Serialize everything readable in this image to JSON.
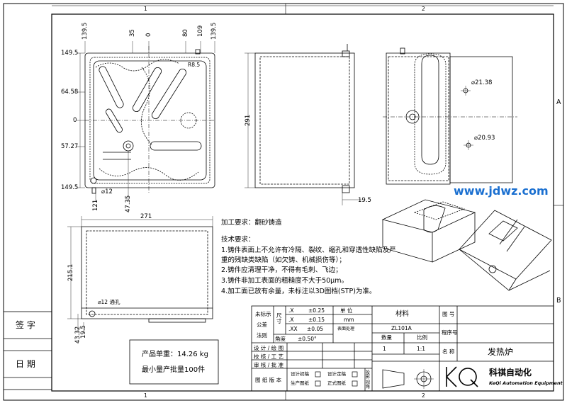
{
  "grid": {
    "col1": "1",
    "col2": "2",
    "rowA": "A",
    "rowB": "B"
  },
  "side_block": {
    "sign": "签  字",
    "date": "日  期"
  },
  "top_view_dims": {
    "left": [
      "149.5",
      "64.58",
      "0",
      "57.27",
      "149.5"
    ],
    "top": [
      "139.5",
      "35",
      "0",
      "80",
      "109",
      "139.5"
    ],
    "bottom": [
      "121",
      "47.35"
    ],
    "hole": "⌀12",
    "radius": "R8.5"
  },
  "front_view_dims": {
    "height": "291",
    "offset": "19.5"
  },
  "side_view_dims": {
    "hole1": "⌀21.38",
    "hole2": "⌀20.93"
  },
  "bottom_view_dims": {
    "width": "271",
    "height": "215.1",
    "hole": "⌀12 通孔",
    "d1": "43.32",
    "d2": "19.5"
  },
  "watermark": "www.jdwz.com",
  "requirements": {
    "process": "加工要求：翻砂铸造",
    "title": "技术要求：",
    "items": [
      "1.铸件表面上不允许有冷隔、裂纹、缩孔和穿透性缺陷及严",
      "重的残缺类缺陷（如欠铸、机械损伤等）；",
      "2.铸件应清理干净，不得有毛刺、飞边；",
      "3.铸件非加工表面的粗糙度不大于50μm。",
      "4.加工面已放有余量，未标注以3D图档(STP)为准。"
    ]
  },
  "weight_box": {
    "weight": "产品单重：14.26 kg",
    "batch": "最小量产批量100件"
  },
  "title_block": {
    "tolerance_label": [
      "未标示",
      "公差",
      "法则"
    ],
    "size_label": "尺寸",
    "angle_label": "角度",
    "tol_rows": [
      {
        "fmt": ".X",
        "val": "±0.25"
      },
      {
        "fmt": ".X",
        "val": "±0.15"
      },
      {
        "fmt": ".XX",
        "val": "±0.05"
      }
    ],
    "angle_val": "±0.50°",
    "unit_label": "单 位",
    "unit_val": "mm",
    "surface": "表面处理",
    "material_label": "材料",
    "material_val": "ZL101A",
    "qty_label": "数量",
    "scale_label": "比例",
    "qty_val": "1",
    "scale_val": "1:1",
    "drawing_no": "图 号",
    "part_no": "程序号",
    "name_label": "名 称",
    "name_val": "发热炉",
    "design": "设 计 / 绘 图",
    "check": "校 核 / 工 艺",
    "approve": "审 核 / 批 准",
    "version": "图 纸 版 本",
    "v_items": [
      "设计初稿",
      "设计定稿",
      "生产图纸",
      "正式图纸"
    ],
    "proj": "投影",
    "proj2": "视角",
    "company": "科祺自动化",
    "company_en": "KeQi Automation Equipment",
    "logo": "KQ"
  }
}
